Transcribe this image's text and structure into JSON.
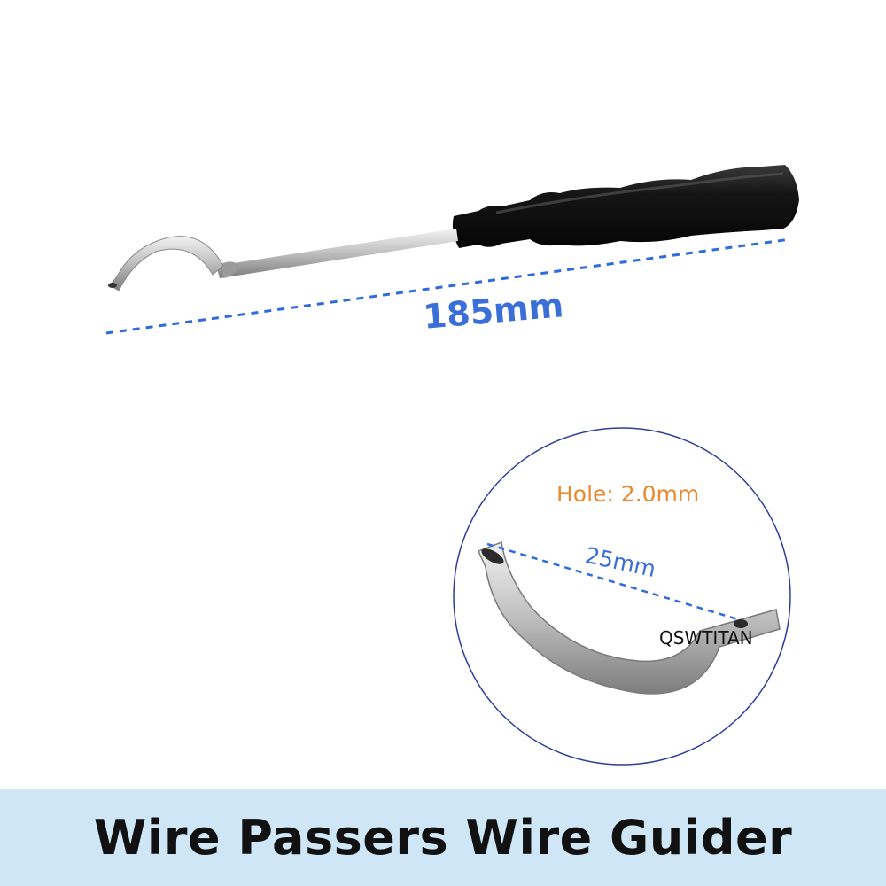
{
  "product": {
    "overall_length": "185mm",
    "hole_label": "Hole: 2.0mm",
    "tip_length": "25mm",
    "brand": "QSWTITAN",
    "title": "Wire Passers Wire Guider"
  },
  "colors": {
    "dimension_line": "#2f6bdc",
    "hole_text": "#e8892f",
    "banner_bg": "#cfe6f7",
    "handle": "#111111",
    "steel": "#bfbfbf"
  }
}
